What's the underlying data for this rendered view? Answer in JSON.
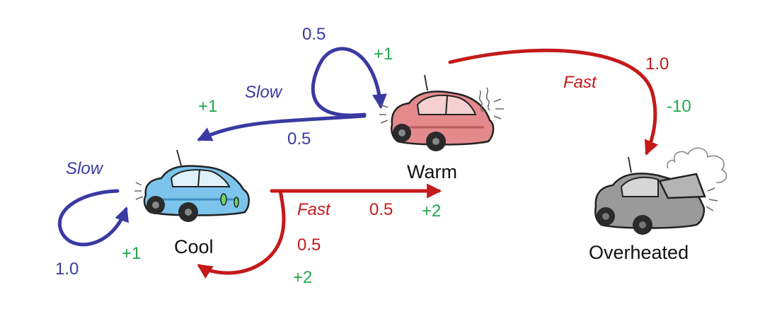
{
  "colors": {
    "slow": "#3a3aa2",
    "fast": "#c41a1a",
    "reward": "#22a84a",
    "text": "#111111",
    "car_cool": "#7cc4ec",
    "car_warm": "#e48a8c",
    "car_overheated": "#9a9a9a"
  },
  "states": {
    "cool": {
      "label": "Cool",
      "icon": "blue-car-icon"
    },
    "warm": {
      "label": "Warm",
      "icon": "red-car-icon"
    },
    "overheated": {
      "label": "Overheated",
      "icon": "broken-gray-car-icon"
    }
  },
  "transitions": {
    "cool_slow_self": {
      "action": "Slow",
      "prob": "1.0",
      "reward": "+1"
    },
    "cool_fast_warm": {
      "action": "Fast",
      "prob": "0.5",
      "reward": "+2"
    },
    "cool_fast_cool": {
      "prob": "0.5",
      "reward": "+2"
    },
    "warm_slow_self": {
      "prob": "0.5",
      "reward": "+1"
    },
    "warm_slow_cool": {
      "action": "Slow",
      "prob": "0.5",
      "reward": "+1"
    },
    "warm_fast_overheated": {
      "action": "Fast",
      "prob": "1.0",
      "reward": "-10"
    }
  }
}
